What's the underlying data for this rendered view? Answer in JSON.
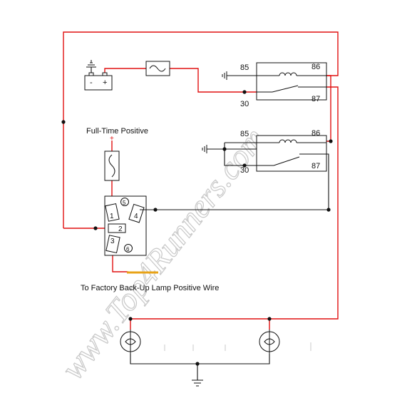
{
  "colors": {
    "positive_wire": "#e01010",
    "ground_wire": "#111111",
    "tap_wire": "#e8a317",
    "watermark": "#c8c8c8"
  },
  "labels": {
    "full_time_positive": "Full-Time Positive",
    "back_up_lamp": "To Factory Back-Up Lamp Positive Wire",
    "battery_minus": "-",
    "battery_plus": "+",
    "switch_plus": "+"
  },
  "relays": [
    {
      "pin85": "85",
      "pin86": "86",
      "pin30": "30",
      "pin87": "87"
    },
    {
      "pin85": "85",
      "pin86": "86",
      "pin30": "30",
      "pin87": "87"
    }
  ],
  "switch_terminals": [
    "1",
    "2",
    "3",
    "4",
    "5",
    "6"
  ],
  "watermark": "www.Top4Runners.com",
  "icons": [
    "ground-icon",
    "battery-icon",
    "fuse-icon",
    "relay-coil-icon",
    "lamp-icon"
  ]
}
